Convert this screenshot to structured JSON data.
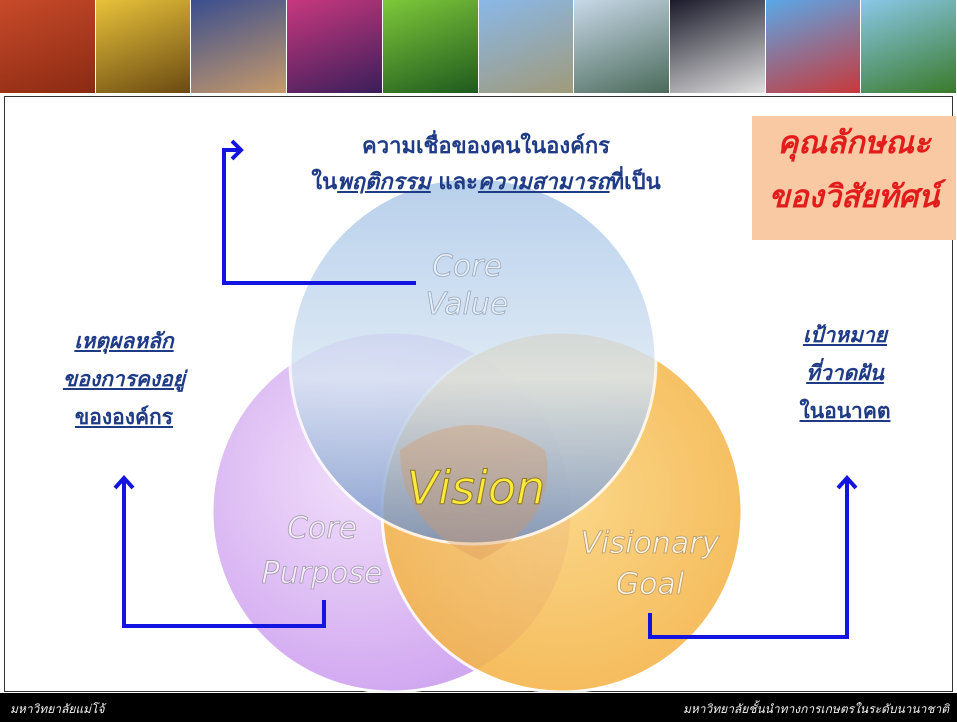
{
  "banner": {
    "tiles": [
      {
        "name": "photo-red-building",
        "colors": [
          "#c84a2a",
          "#8a2a12"
        ]
      },
      {
        "name": "photo-yellow-hall",
        "colors": [
          "#e8c23a",
          "#6a4a12"
        ]
      },
      {
        "name": "photo-dusk-skyline",
        "colors": [
          "#3a4e8e",
          "#c79a6a"
        ]
      },
      {
        "name": "photo-purple-sunset",
        "colors": [
          "#c8387e",
          "#3a1e5a"
        ]
      },
      {
        "name": "photo-green-garden",
        "colors": [
          "#7ec83a",
          "#1e5a1e"
        ]
      },
      {
        "name": "photo-flags-monument",
        "colors": [
          "#8ab8e8",
          "#a09a7a"
        ]
      },
      {
        "name": "photo-building-lake",
        "colors": [
          "#c8d8e8",
          "#4a6a5a"
        ]
      },
      {
        "name": "photo-night-street",
        "colors": [
          "#1a1a2a",
          "#e0e0e0"
        ]
      },
      {
        "name": "photo-blue-sky-building",
        "colors": [
          "#5aa8e8",
          "#c8383a"
        ]
      },
      {
        "name": "photo-green-road-sign",
        "colors": [
          "#8ac8e8",
          "#3a7a2a"
        ]
      }
    ]
  },
  "top_text": {
    "line1": "ความเชื่อของคนในองค์กร",
    "line2_prefix": "ใน",
    "line2_u1": "พฤติกรรม",
    "line2_mid": " และ",
    "line2_u2": "ความสามารถ",
    "line2_suffix": "ที่เป็น"
  },
  "callout": {
    "line1": "คุณลักษณะ",
    "line2": "ของวิสัยทัศน์"
  },
  "left_text": {
    "line1": "เหตุผลหลัก",
    "line2": "ของการคงอยู่",
    "line3": "ขององค์กร"
  },
  "right_text": {
    "line1": "เป้าหมาย",
    "line2": "ที่วาดฝัน",
    "line3": "ในอนาคต"
  },
  "diagram": {
    "core_value": {
      "line1": "Core",
      "line2": "Value"
    },
    "core_purpose": {
      "line1": "Core",
      "line2": "Purpose"
    },
    "visionary_goal": {
      "line1": "Visionary",
      "line2": "Goal"
    },
    "center": "Vision",
    "colors": {
      "value": "#8fb3dc",
      "purpose": "#cfa6ef",
      "goal": "#f5b94a",
      "arrow": "#1414e0",
      "center_text": "#ffe93a"
    }
  },
  "footer": {
    "left": "มหาวิทยาลัยแม่โจ้",
    "right": "มหาวิทยาลัยชั้นนำทางการเกษตรในระดับนานาชาติ"
  }
}
